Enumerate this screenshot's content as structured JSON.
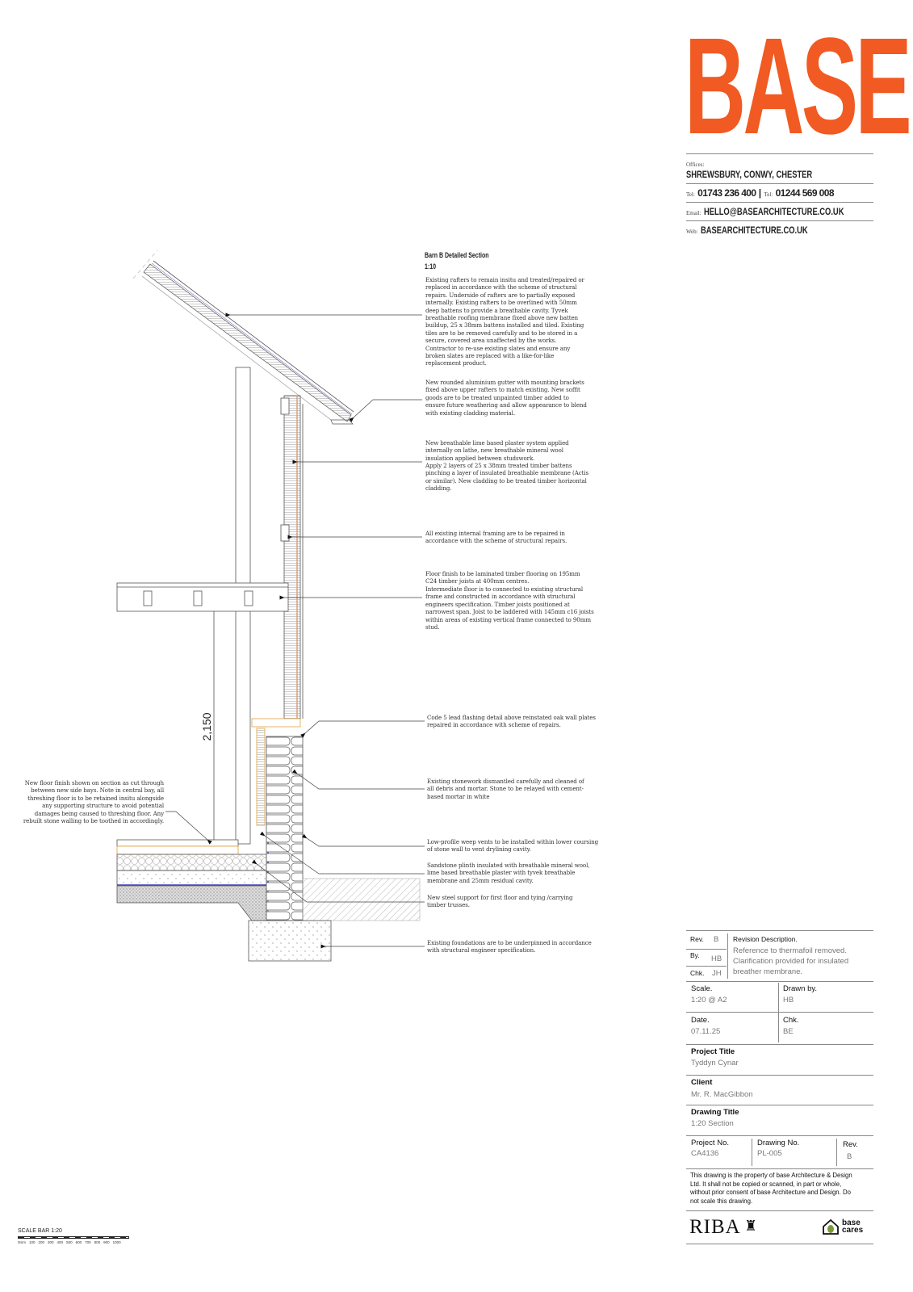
{
  "brand": {
    "logo": "BASE",
    "color": "#f15a22"
  },
  "contact": {
    "offices_label": "Offices:",
    "offices": "SHREWSBURY, CONWY, CHESTER",
    "tel_label": "Tel:",
    "tel1": "01743 236 400",
    "separator": "|",
    "tel2": "01244 569 008",
    "email_label": "Email:",
    "email": "HELLO@BASEARCHITECTURE.CO.UK",
    "web_label": "Web:",
    "web": "BASEARCHITECTURE.CO.UK"
  },
  "drawing": {
    "title": "Barn B Detailed Section",
    "scale": "1:10",
    "dimension": "2,150",
    "notes": [
      "Existing rafters to remain insitu and treated/repaired or replaced in accordance with the scheme of structural repairs. Underside of rafters are to partially exposed internally. Existing rafters to be overlined with 50mm deep battens to provide a breathable cavity. Tyvek breathable roofing membrane fixed above new batten buildup, 25 x 38mm battens installed and tiled. Existing tiles are to be removed carefully and to be stored in a secure, covered area unaffected by the works. Contractor to re-use existing slates and ensure any broken slates are replaced with a like-for-like replacement product.",
      "New rounded aluminium gutter with mounting brackets fixed above upper rafters to match existing. New soffit goods are to be treated unpainted timber added to ensure future weathering and allow appearance to blend with existing cladding material.",
      "New breathable lime based plaster system applied internally on lathe, new breathable mineral wool insulation applied between studswork.",
      "Apply 2 layers of 25 x 38mm treated timber battens pinching a layer of insulated breathable membrane (Actis or similar). New cladding to be treated timber horizontal cladding.",
      "All existing internal framing are to be repaired in accordance with the scheme of structural repairs.",
      "Floor finish to be laminated timber flooring on 195mm C24 timber joists at 400mm centres.",
      "Intermediate floor is to connected to existing structural frame and constructed in accordance with structural engineers specification. Timber joists positioned at narrowest span. Joist to be laddered with 145mm c16 joists within areas of existing vertical frame connected to 90mm stud.",
      "Code 5 lead flashing detail above reinstated oak wall plates repaired in accordance with scheme of repairs.",
      "Existing stonework dismantled carefully and cleaned of all debris and mortar. Stone to be relayed with cement-based mortar in white",
      "Low-profile weep vents to be installed within lower coursing of stone wall to vent drylining cavity.",
      "Sandstone plinth insulated with breathable mineral wool, lime based breathable plaster with tyvek breathable membrane  and 25mm residual cavity.",
      "New steel support for first floor and tying /carrying timber trusses.",
      "Existing foundations are to be underpinned in accordance with structural engineer specification."
    ],
    "left_note": "New floor finish shown on section as cut through between new side bays. Note in central bay, all threshing floor is to be retained insitu alongside any supporting structure to avoid potential damages being caused to threshing floor. Any rebuilt stone walling to be toothed in accordingly."
  },
  "scale_bar": {
    "label": "SCALE BAR 1:20",
    "ticks": [
      "0mm",
      "100",
      "200",
      "300",
      "400",
      "500",
      "600",
      "700",
      "800",
      "900",
      "1000"
    ]
  },
  "title_block": {
    "rev_label": "Rev.",
    "rev": "B",
    "by_label": "By.",
    "by": "HB",
    "chk_label": "Chk.",
    "chk": "JH",
    "revision_description_label": "Revision Description.",
    "revision_description": "Reference to thermafoil removed. Clarification provided for insulated breather membrane.",
    "scale_label": "Scale.",
    "scale": "1:20 @ A2",
    "drawn_by_label": "Drawn by.",
    "drawn_by": "HB",
    "date_label": "Date.",
    "date": "07.11.25",
    "checked_label": "Chk.",
    "checked": "BE",
    "project_title_label": "Project Title",
    "project_title": "Tyddyn Cynar",
    "client_label": "Client",
    "client": "Mr. R. MacGibbon",
    "drawing_title_label": "Drawing Title",
    "drawing_title": "1:20 Section",
    "project_no_label": "Project No.",
    "project_no": "CA4136",
    "drawing_no_label": "Drawing No.",
    "drawing_no": "PL-005",
    "rev2_label": "Rev.",
    "rev2": "B",
    "disclaimer": "This drawing is the property of base Architecture & Design Ltd. It shall not be copied or scanned, in part or whole, without prior consent of base Architecture and Design. Do not scale this drawing.",
    "riba_logo": "RIBA",
    "base_cares_logo": "base cares"
  }
}
